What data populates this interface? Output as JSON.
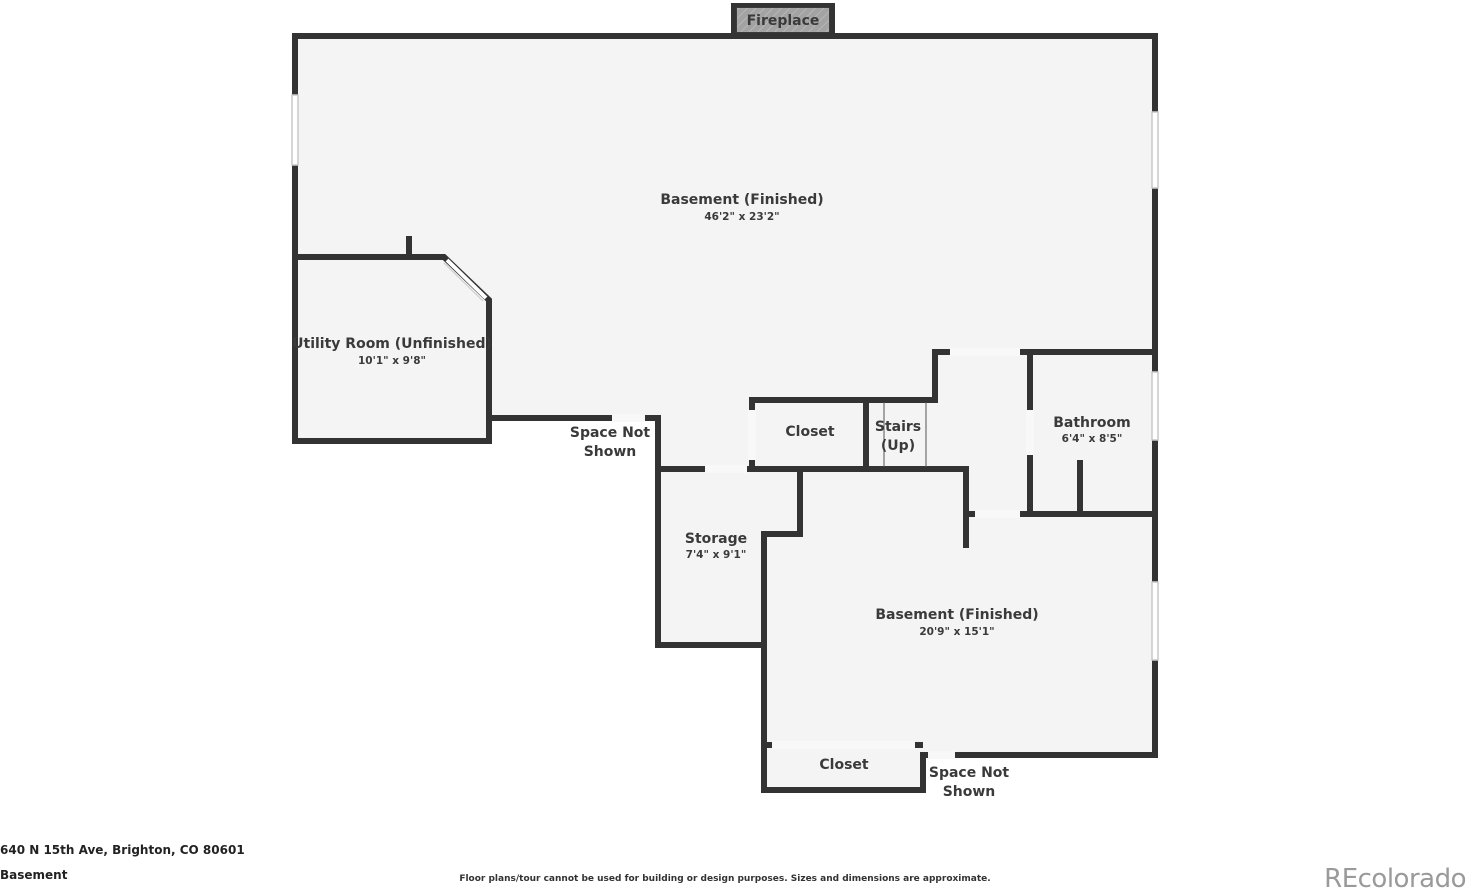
{
  "rooms": {
    "basement_main": {
      "name": "Basement (Finished)",
      "dims": "46'2\" x 23'2\""
    },
    "utility": {
      "name": "Utility Room (Unfinished)",
      "dims": "10'1\" x 9'8\""
    },
    "closet_upper": {
      "name": "Closet"
    },
    "stairs": {
      "name_line1": "Stairs",
      "name_line2": "(Up)"
    },
    "bathroom": {
      "name": "Bathroom",
      "dims": "6'4\" x 8'5\""
    },
    "storage": {
      "name": "Storage",
      "dims": "7'4\" x 9'1\""
    },
    "basement_lower": {
      "name": "Basement (Finished)",
      "dims": "20'9\" x 15'1\""
    },
    "closet_lower": {
      "name": "Closet"
    },
    "fireplace": {
      "name": "Fireplace"
    }
  },
  "annotations": {
    "space_not_shown_1": {
      "line1": "Space Not",
      "line2": "Shown"
    },
    "space_not_shown_2": {
      "line1": "Space Not",
      "line2": "Shown"
    }
  },
  "footer": {
    "address": "640 N 15th Ave, Brighton, CO 80601",
    "floor": "Basement",
    "disclaimer": "Floor plans/tour cannot be used for building or design purposes. Sizes and dimensions are approximate.",
    "brand": "REcolorado"
  }
}
